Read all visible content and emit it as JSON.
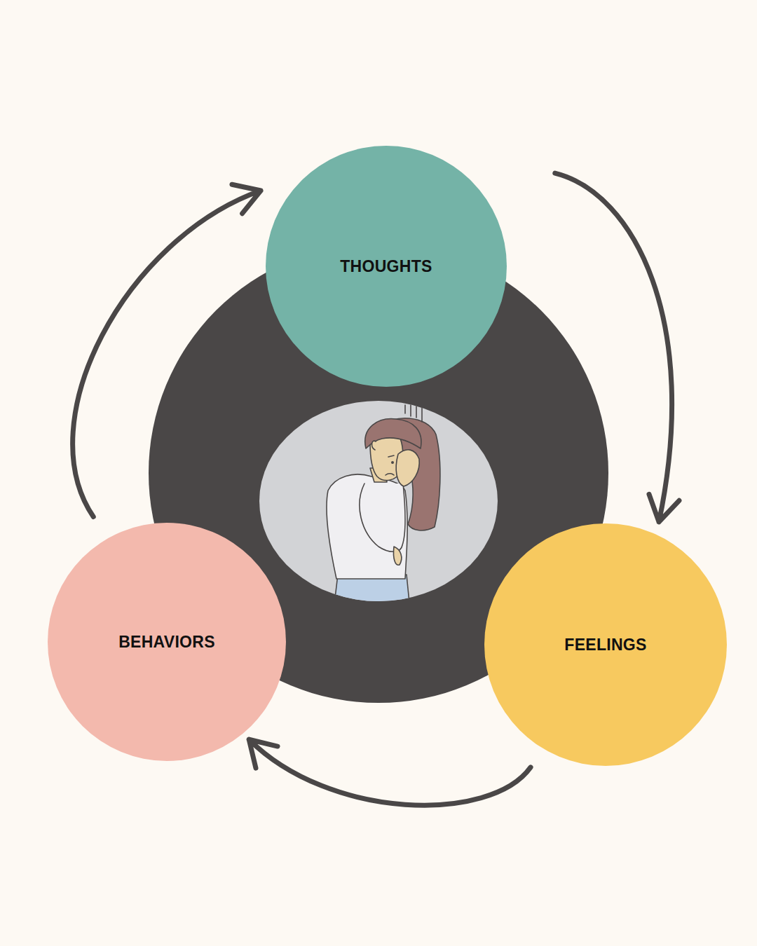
{
  "diagram": {
    "nodes": [
      {
        "text": [
          "THOUGHTS"
        ]
      },
      {
        "text": [
          "FEELINGS"
        ]
      },
      {
        "text": [
          "BEHAVIORS"
        ]
      }
    ],
    "edges": [
      {
        "from": 0,
        "to": 1,
        "arrow": "to"
      },
      {
        "from": 1,
        "to": 2,
        "arrow": "to"
      },
      {
        "from": 2,
        "to": 0,
        "arrow": "to"
      }
    ]
  }
}
